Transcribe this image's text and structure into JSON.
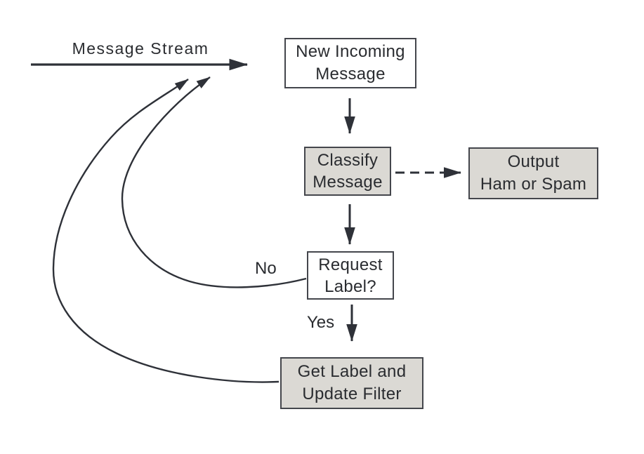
{
  "figure": {
    "description": "Flowchart of an online spam-filter training loop",
    "background_color": "#ffffff",
    "line_color": "#2e3138",
    "box_fill_gray": "#dbd9d4",
    "box_fill_white": "#ffffff",
    "box_border_color": "#44464c",
    "labels": {
      "message_stream": "Message Stream",
      "no": "No",
      "yes": "Yes"
    },
    "nodes": {
      "new_incoming": {
        "text": "New Incoming\nMessage"
      },
      "classify": {
        "text": "Classify\nMessage"
      },
      "output": {
        "text": "Output\nHam or Spam"
      },
      "request": {
        "text": "Request\nLabel?"
      },
      "get_label": {
        "text": "Get Label and\nUpdate Filter"
      }
    },
    "edges": [
      "message-stream -> new-incoming-message",
      "new-incoming-message -> classify-message",
      "classify-message -> output-ham-or-spam (dashed)",
      "classify-message -> request-label",
      "request-label -> message-stream (No)",
      "request-label -> get-label-and-update-filter (Yes)",
      "get-label-and-update-filter -> message-stream"
    ]
  }
}
